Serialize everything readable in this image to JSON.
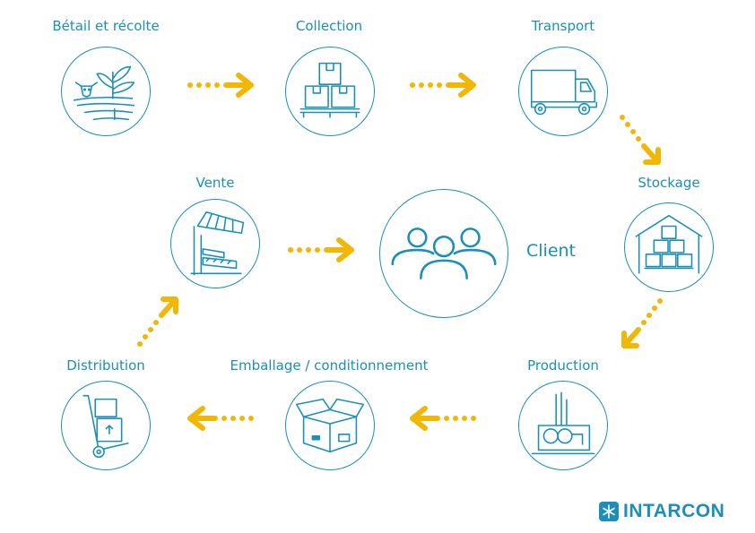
{
  "nodes": {
    "betail": "Bétail et récolte",
    "collection": "Collection",
    "transport": "Transport",
    "stockage": "Stockage",
    "production": "Production",
    "emballage": "Emballage / conditionnement",
    "distribution": "Distribution",
    "vente": "Vente",
    "client": "Client"
  },
  "brand": {
    "name": "INTARCON"
  },
  "colors": {
    "primary": "#1b8fb8",
    "arrow": "#f2b705",
    "background": "#ffffff"
  },
  "icons": {
    "betail": "cow-crop-icon",
    "collection": "boxes-icon",
    "transport": "truck-icon",
    "stockage": "warehouse-icon",
    "production": "factory-icon",
    "emballage": "open-box-icon",
    "distribution": "hand-truck-icon",
    "vente": "market-stall-icon",
    "client": "people-icon"
  }
}
